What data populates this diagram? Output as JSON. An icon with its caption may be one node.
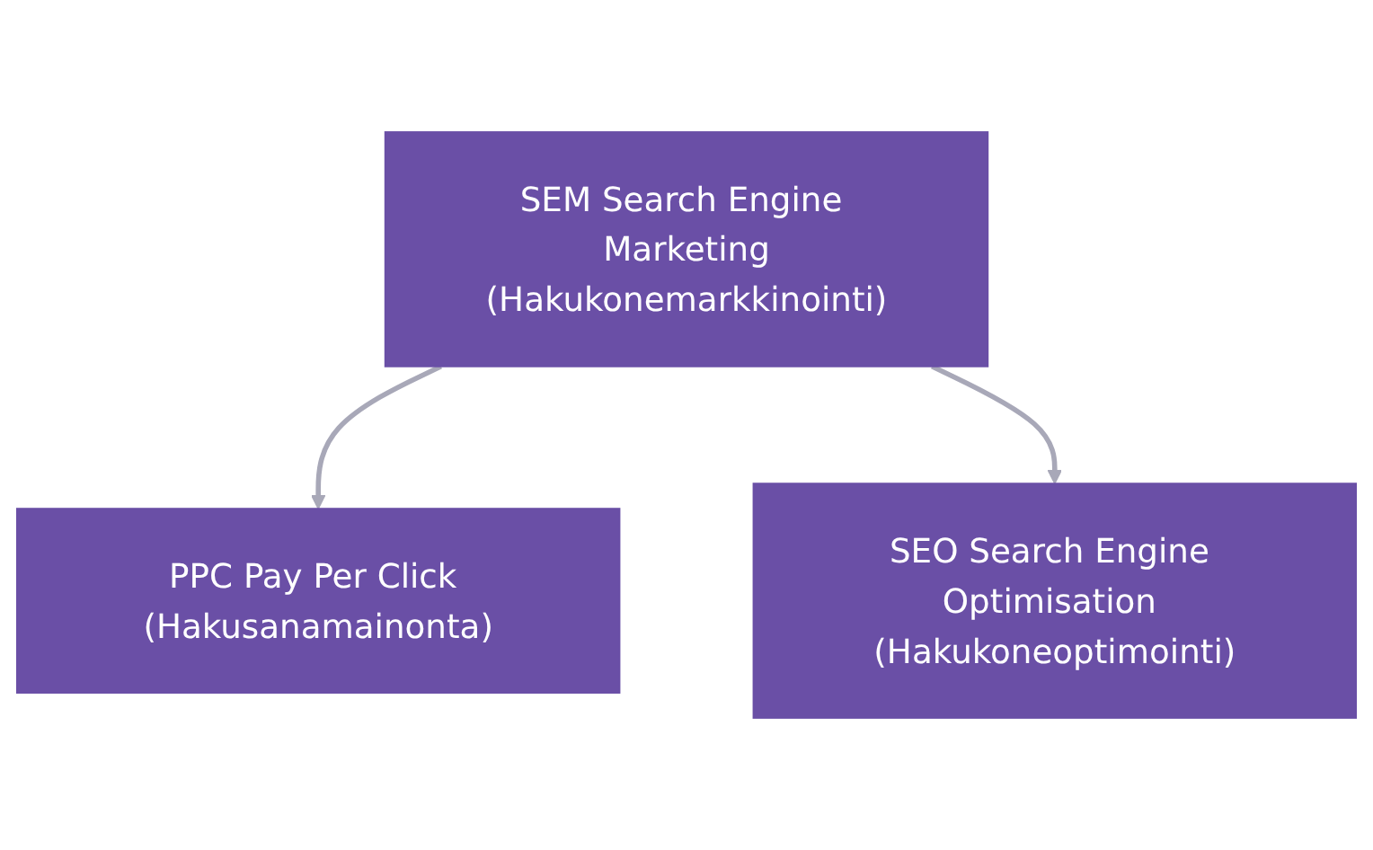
{
  "diagram": {
    "nodes": [
      {
        "text": [
          "SEM Search Engine Marketing",
          "(Hakukonemarkkinointi)"
        ]
      },
      {
        "text": [
          "PPC Pay Per Click (Hakusanamainonta)"
        ]
      },
      {
        "text": [
          "SEO Search Engine Optimisation (Hakukoneoptimointi)"
        ]
      }
    ],
    "edges": [
      {
        "from": 0,
        "to": 1,
        "arrow": "to"
      },
      {
        "from": 0,
        "to": 2,
        "arrow": "to"
      }
    ]
  }
}
